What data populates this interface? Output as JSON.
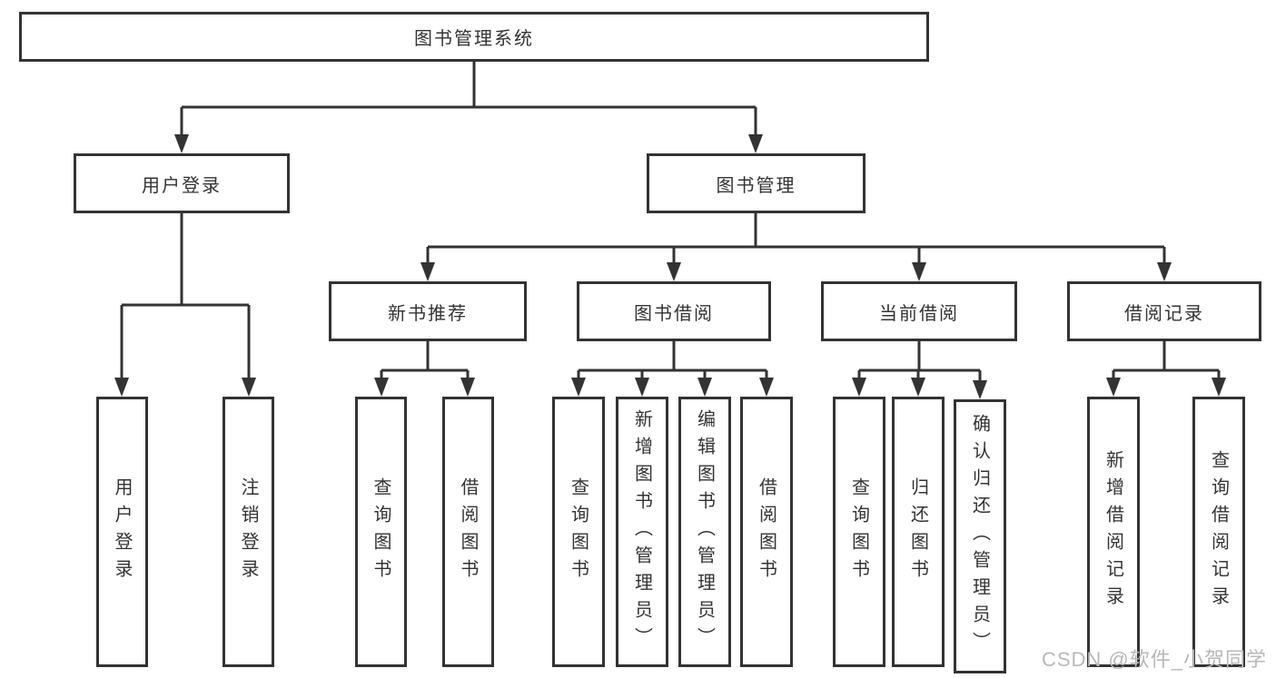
{
  "tree": {
    "root": {
      "label": "图书管理系统",
      "children": [
        {
          "label": "用户登录",
          "children": [
            {
              "label": "用户登录"
            },
            {
              "label": "注销登录"
            }
          ]
        },
        {
          "label": "图书管理",
          "children": [
            {
              "label": "新书推荐",
              "children": [
                {
                  "label": "查询图书"
                },
                {
                  "label": "借阅图书"
                }
              ]
            },
            {
              "label": "图书借阅",
              "children": [
                {
                  "label": "查询图书"
                },
                {
                  "label": "新增图书（管理员）"
                },
                {
                  "label": "编辑图书（管理员）"
                },
                {
                  "label": "借阅图书"
                }
              ]
            },
            {
              "label": "当前借阅",
              "children": [
                {
                  "label": "查询图书"
                },
                {
                  "label": "归还图书"
                },
                {
                  "label": "确认归还（管理员）"
                }
              ]
            },
            {
              "label": "借阅记录",
              "children": [
                {
                  "label": "新增借阅记录"
                },
                {
                  "label": "查询借阅记录"
                }
              ]
            }
          ]
        }
      ]
    }
  },
  "watermark": {
    "text": "CSDN @软件_小贺同学"
  },
  "colors": {
    "line": "#333333",
    "box_border": "#333333",
    "text": "#333333",
    "background": "#ffffff",
    "watermark": "#b8b8b8"
  }
}
